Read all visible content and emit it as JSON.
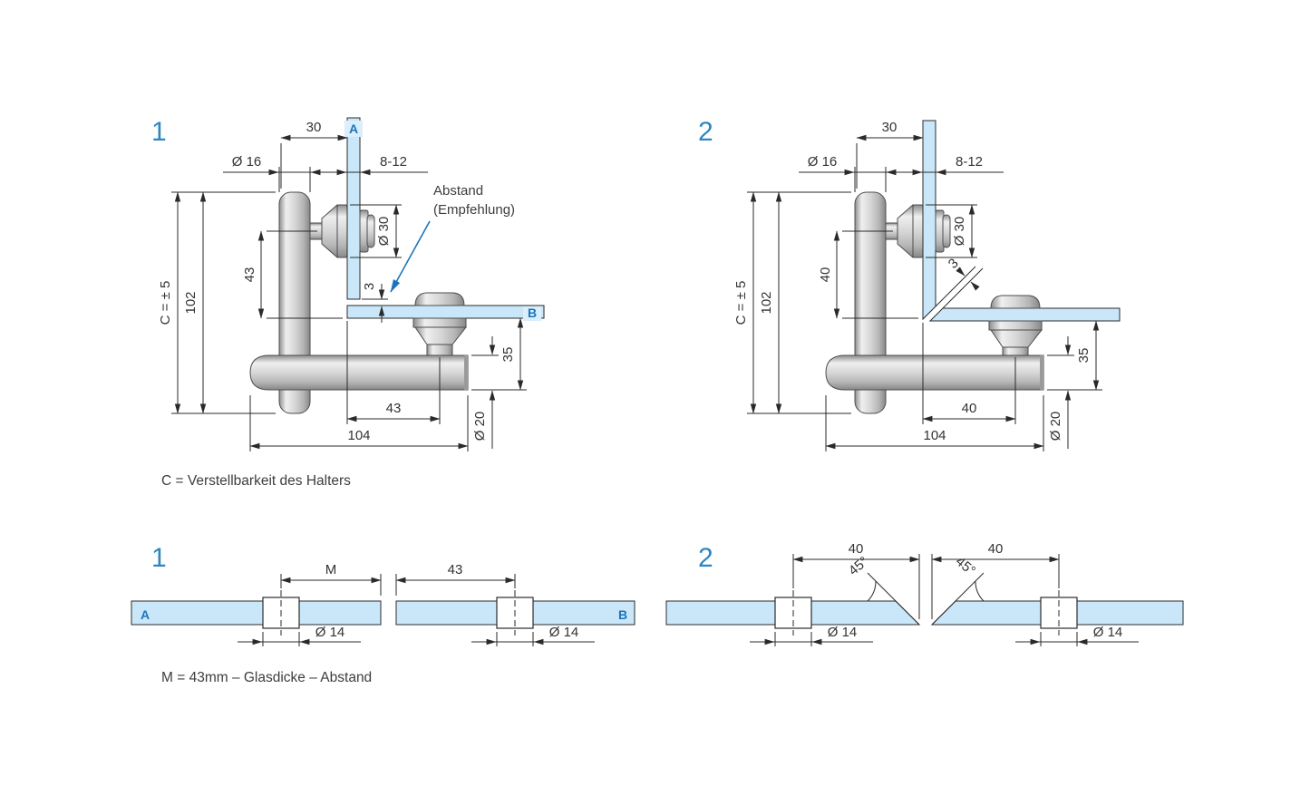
{
  "accent_color": "#2e86c1",
  "glass_color": "#c9e7f8",
  "top_left": {
    "index": "1",
    "caption": "C = Verstellbarkeit des Halters",
    "label_a": "A",
    "label_b": "B",
    "note_line1": "Abstand",
    "note_line2": "(Empfehlung)",
    "dim_top_offset": "30",
    "dim_post_dia": "Ø 16",
    "dim_glass_thickness": "8-12",
    "dim_disc_dia": "Ø 30",
    "dim_axis_to_glass": "43",
    "dim_adjust": "C = ± 5",
    "dim_height": "102",
    "dim_gap": "3",
    "dim_glass_to_arm": "35",
    "dim_glass_to_axis": "43",
    "dim_arm_dia": "Ø 20",
    "dim_length": "104"
  },
  "top_right": {
    "index": "2",
    "dim_top_offset": "30",
    "dim_post_dia": "Ø 16",
    "dim_glass_thickness": "8-12",
    "dim_disc_dia": "Ø 30",
    "dim_axis_to_glass": "40",
    "dim_adjust": "C = ± 5",
    "dim_height": "102",
    "dim_gap": "3",
    "dim_glass_to_arm": "35",
    "dim_glass_to_axis": "40",
    "dim_arm_dia": "Ø 20",
    "dim_length": "104"
  },
  "bottom_left": {
    "index": "1",
    "label_a": "A",
    "label_b": "B",
    "dim_m": "M",
    "dim_hole_a": "Ø 14",
    "dim_offset_b": "43",
    "dim_hole_b": "Ø 14",
    "caption": "M = 43mm – Glasdicke – Abstand"
  },
  "bottom_right": {
    "index": "2",
    "dim_offset_a": "40",
    "angle_a": "45°",
    "dim_hole_a": "Ø 14",
    "dim_offset_b": "40",
    "angle_b": "45°",
    "dim_hole_b": "Ø 14"
  }
}
